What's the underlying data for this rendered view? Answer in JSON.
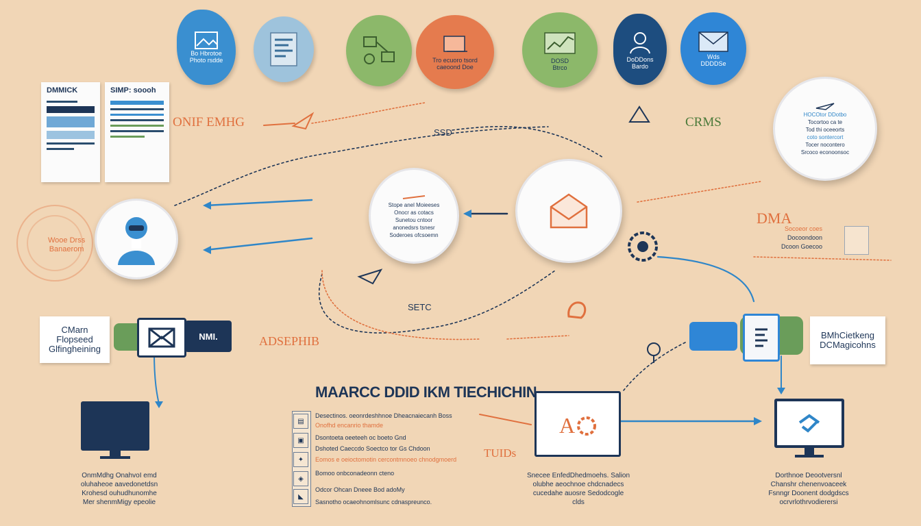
{
  "top_icons": [
    {
      "id": "top-1",
      "lines": [
        "Bo Hbrotoe",
        "Photo rsdde"
      ],
      "color": "#3a8fd0",
      "text": "#ffffff"
    },
    {
      "id": "top-2",
      "lines": [],
      "color": "#9ec3dc",
      "text": "#1d3557"
    },
    {
      "id": "top-3",
      "lines": [],
      "color": "#8cb86a",
      "text": "#1d3557"
    },
    {
      "id": "top-4",
      "lines": [
        "Tro ecuoro tsord",
        "caeoond Doe"
      ],
      "color": "#e57b4e",
      "text": "#1d3557"
    },
    {
      "id": "top-5",
      "lines": [
        "DOSD",
        "Btrco"
      ],
      "color": "#8cb86a",
      "text": "#1d3557"
    },
    {
      "id": "top-6",
      "lines": [
        "DoDDons",
        "Bardo"
      ],
      "color": "#1d4d7f",
      "text": "#ffffff"
    },
    {
      "id": "top-7",
      "lines": [
        "Wds",
        "DDDDSe"
      ],
      "color": "#2f86d6",
      "text": "#ffffff"
    }
  ],
  "left_cards": [
    {
      "id": "card-1",
      "title": "DMMICK"
    },
    {
      "id": "card-2",
      "title": "SIMP: soooh"
    }
  ],
  "labels": {
    "left_top_flow": "ONIF EMHG",
    "mid_top": "SSD",
    "right_top_flow": "CRMS",
    "mid_bottom": "SETC",
    "bottom_left_flow": "ADSEPHIB",
    "main_title": "MAARCC DDID IKM TIECHICHIN",
    "right_side": "DMA",
    "bottom_center_flow": "TUIDs"
  },
  "center_left_badge": {
    "lines": [
      "Stope anel Moieeses",
      "Onocr as cotacs",
      "Sunetou cntoor",
      "anonedsrs tsnesr",
      "Soderoes ofcsoemn"
    ]
  },
  "right_top_badge": {
    "lines": [
      "HOCOtor DDotbo",
      "Tocortoo ca te",
      "Tod thi oceeorts",
      "coto sontercort",
      "Tocer nocontero",
      "Srcoco econoonsoc"
    ]
  },
  "left_person_label": [
    "Wooe Drss",
    "Banaerom"
  ],
  "right_mid_label": [
    "Socoeor coes",
    "Docoondoon",
    "Dcoon Goecoo"
  ],
  "left_box": {
    "lines": [
      "CMarn",
      "Flopseed",
      "Glfingheining"
    ]
  },
  "right_box": {
    "lines": [
      "BMhCietkeng",
      "DCMagicohns"
    ]
  },
  "envelope_tag": "NMI.",
  "bottom_left_block": [
    "OnmMdhg OnahvoI emd",
    "oluhaheoe aavedonetdsn",
    "Krohesd ouhudhunomhe",
    "Mer shenmMigy epeolie"
  ],
  "bottom_center_block": [
    "Snecee EnfedDhedmoehs. Salion",
    "olubhe aeochnoe chdcnadecs",
    "cucedahe auosre Sedodcogle",
    "clds"
  ],
  "bottom_right_block": [
    "Dorthnoe Deootversnl",
    "Chanshr chenenvoaceek",
    "Fsnngr Doonent dodgdscs",
    "ocrvrlothrvodierersi"
  ],
  "bottom_list": [
    "Desectinos. oeonrdeshhnoe Dheacnaiecanh Boss",
    "Onofhd encanrio thamde",
    "Dsontoeta oeeteeh oc boeto Gnd",
    "Dshoted Caeccdo Soectco tor Gs Chdoon",
    "Eomos e oeioctomotin cercontmnoeo chnodgmoerd",
    "Bomoo onbconadeonn cteno",
    "Odcor Ohcan Dneee Bod adoMy",
    "Sasnotho ocaeohnomlsunc cdnaspreunco."
  ],
  "colors": {
    "navy": "#1d3557",
    "blue": "#3a8fd0",
    "green": "#6a9d5a",
    "orange": "#e0703e",
    "bg": "#f1d6b6"
  }
}
